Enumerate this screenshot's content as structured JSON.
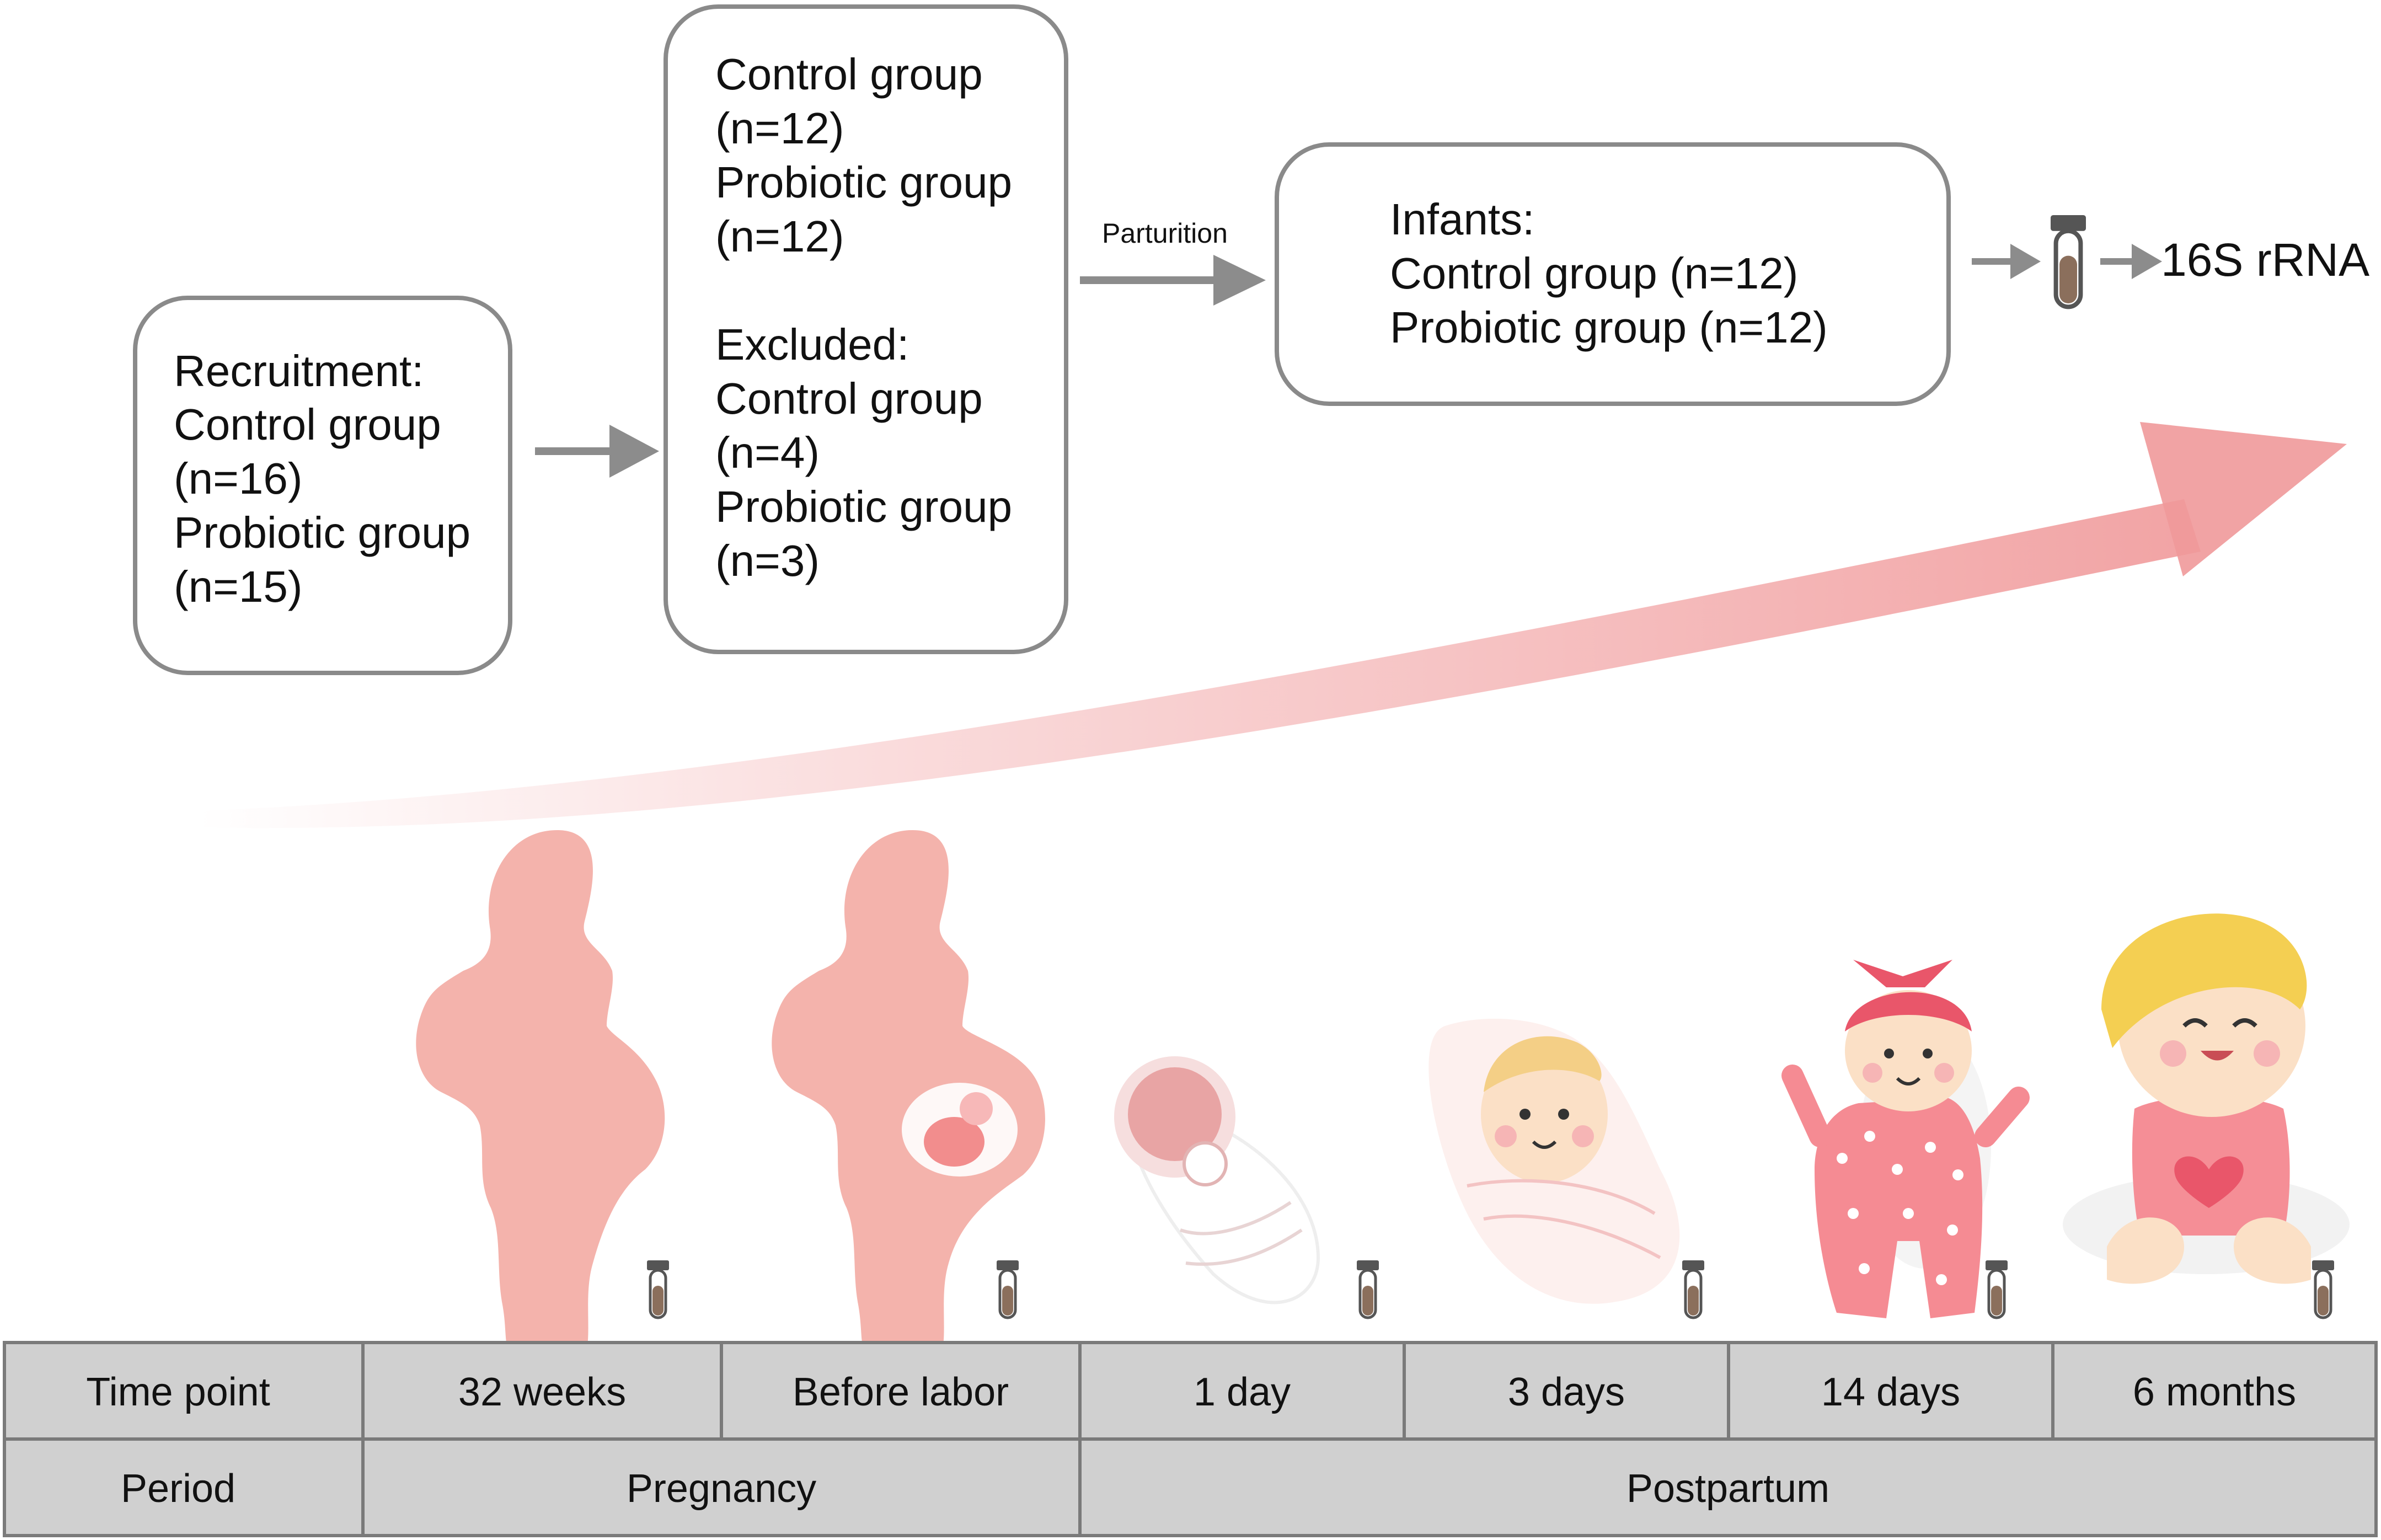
{
  "boxes": {
    "recruitment": {
      "lines": [
        "Recruitment:",
        "Control group",
        "(n=16)",
        "Probiotic group",
        "(n=15)"
      ]
    },
    "groups": {
      "lines": [
        "Control group",
        "(n=12)",
        "Probiotic group",
        "(n=12)",
        "",
        "Excluded:",
        "Control group",
        "(n=4)",
        "Probiotic group",
        "(n=3)"
      ]
    },
    "infants": {
      "lines": [
        "Infants:",
        "Control group (n=12)",
        "Probiotic group (n=12)"
      ]
    }
  },
  "labels": {
    "parturition": "Parturition",
    "sequencing": "16S rRNA"
  },
  "table": {
    "row1_header": "Time point",
    "time_points": [
      "32 weeks",
      "Before labor",
      "1 day",
      "3 days",
      "14 days",
      "6 months"
    ],
    "row2_header": "Period",
    "periods": [
      "Pregnancy",
      "Postpartum"
    ]
  },
  "colors": {
    "box_border": "#8a8a8a",
    "arrow_gray": "#8c8c8c",
    "pink_silhouette": "#f4b3ac",
    "pink_arrow": "#f0999a",
    "tube_cap": "#555555",
    "tube_sample": "#8b6f5c",
    "table_fill": "#d0d0d0",
    "table_border": "#7a7a7a"
  }
}
